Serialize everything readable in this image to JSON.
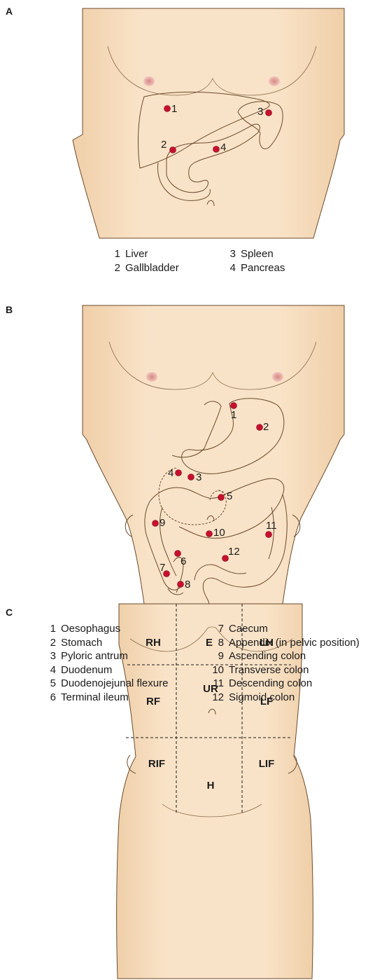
{
  "panels": {
    "a": {
      "letter": "A",
      "markers": [
        {
          "num": "1",
          "label": "Liver"
        },
        {
          "num": "2",
          "label": "Gallbladder"
        },
        {
          "num": "3",
          "label": "Spleen"
        },
        {
          "num": "4",
          "label": "Pancreas"
        }
      ]
    },
    "b": {
      "letter": "B",
      "markers": [
        {
          "num": "1",
          "label": "Oesophagus"
        },
        {
          "num": "2",
          "label": "Stomach"
        },
        {
          "num": "3",
          "label": "Pyloric antrum"
        },
        {
          "num": "4",
          "label": "Duodenum"
        },
        {
          "num": "5",
          "label": "Duodenojejunal flexure"
        },
        {
          "num": "6",
          "label": "Terminal ileum"
        },
        {
          "num": "7",
          "label": "Caecum"
        },
        {
          "num": "8",
          "label": "Appendix (in pelvic position)"
        },
        {
          "num": "9",
          "label": "Ascending colon"
        },
        {
          "num": "10",
          "label": "Transverse colon"
        },
        {
          "num": "11",
          "label": "Descending colon"
        },
        {
          "num": "12",
          "label": "Sigmoid colon"
        }
      ]
    },
    "c": {
      "letter": "C",
      "regions": [
        "RH",
        "E",
        "LH",
        "RF",
        "UR",
        "LF",
        "RIF",
        "H",
        "LIF"
      ]
    }
  },
  "colors": {
    "skin": "#f8e0c4",
    "skin_shade": "#eccaa6",
    "outline": "#6b4a2a",
    "marker": "#c8102e",
    "nipple": "#e8a9a6"
  }
}
